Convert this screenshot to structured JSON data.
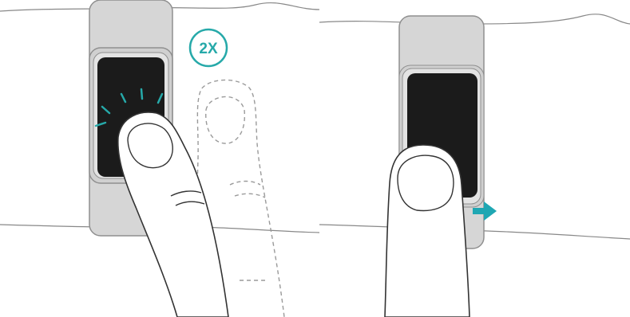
{
  "left_panel": {
    "gesture": "double-tap",
    "badge_label": "2X",
    "accent_color": "#26a9a9"
  },
  "right_panel": {
    "gesture": "swipe-right",
    "arrow_direction": "right",
    "accent_color": "#1fa7b3"
  },
  "colors": {
    "band": "#d6d6d6",
    "band_stroke": "#8f8f8f",
    "screen": "#1b1b1b",
    "outline": "#333333",
    "dashed": "#9a9a9a"
  }
}
